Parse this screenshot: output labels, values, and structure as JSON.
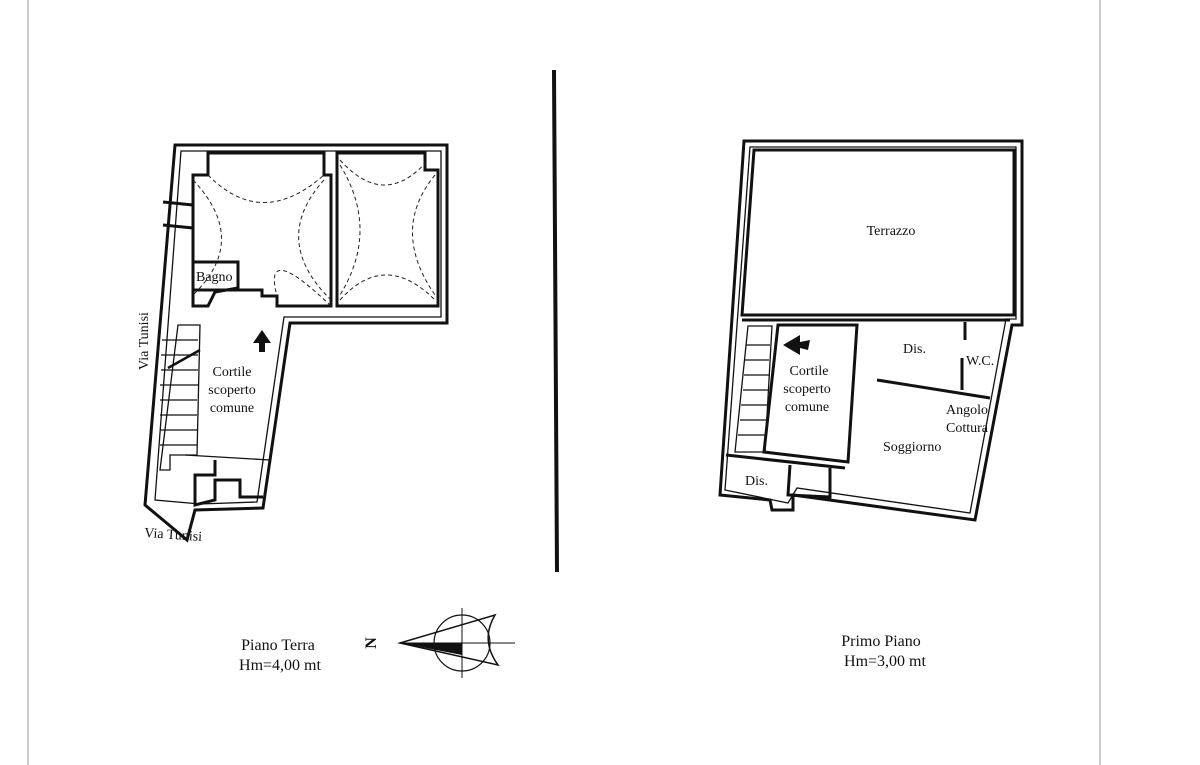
{
  "ground_floor": {
    "title": "Piano Terra",
    "height": "Hm=4,00 mt",
    "rooms": {
      "bathroom": "Bagno",
      "courtyard": [
        "Cortile",
        "scoperto",
        "comune"
      ]
    },
    "street_side": "Via Tunisi",
    "street_bottom": "Via Tunisi"
  },
  "first_floor": {
    "title": "Primo Piano",
    "height": "Hm=3,00 mt",
    "rooms": {
      "terrace": "Terrazzo",
      "hall": "Dis.",
      "wc": "W.C.",
      "kitchen": [
        "Angolo",
        "Cottura"
      ],
      "living": "Soggiorno",
      "courtyard": [
        "Cortile",
        "scoperto",
        "comune"
      ],
      "hall_lower": "Dis."
    }
  },
  "compass": {
    "north": "N"
  }
}
